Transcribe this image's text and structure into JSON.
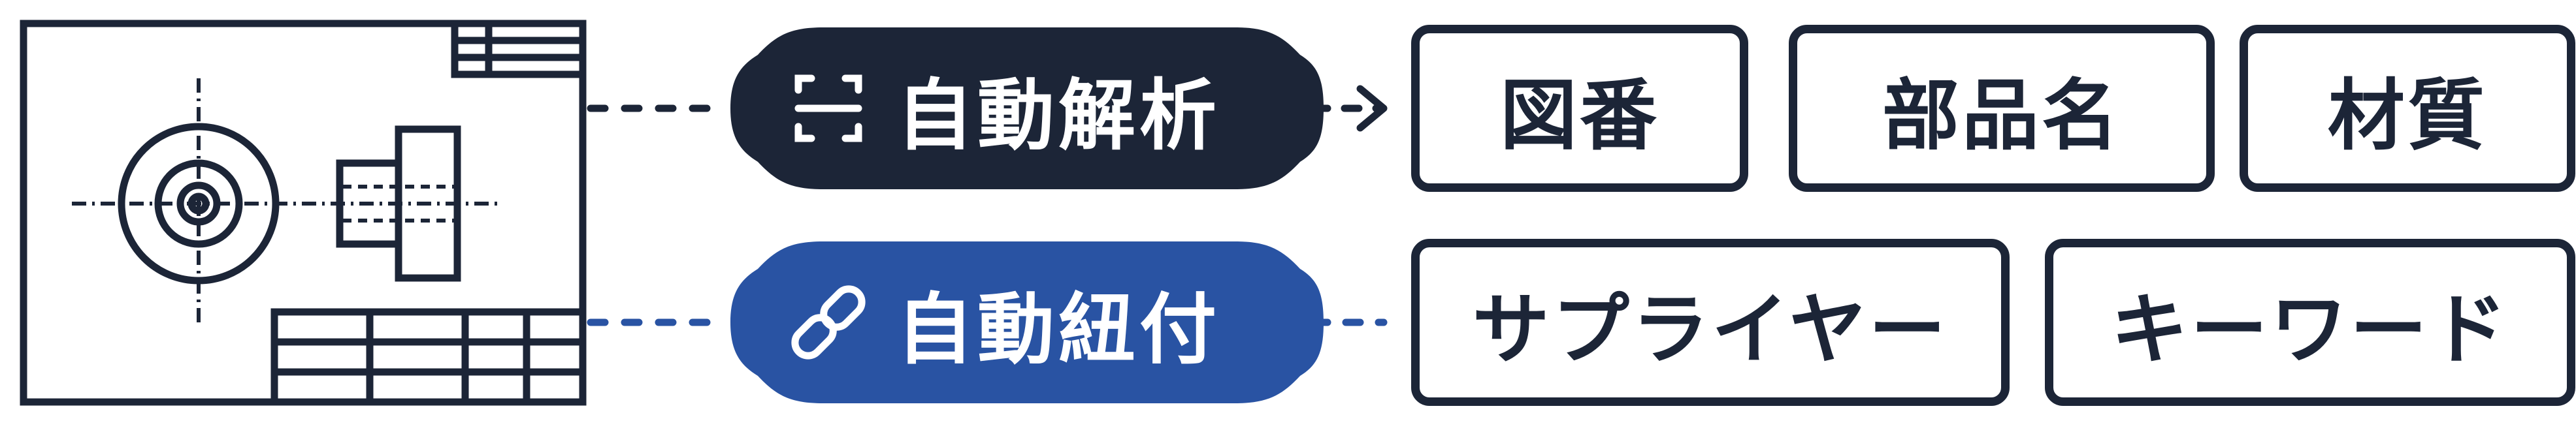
{
  "colors": {
    "dark": "#1c2537",
    "accent": "#2953a3",
    "white": "#ffffff"
  },
  "icons": {
    "analyze": "scan-frame-icon",
    "link": "link-icon"
  },
  "actions": {
    "analyze_label": "自動解析",
    "link_label": "自動紐付"
  },
  "fields": [
    {
      "label": "図番"
    },
    {
      "label": "部品名"
    },
    {
      "label": "材質"
    }
  ],
  "link_targets": [
    {
      "label": "サプライヤー"
    },
    {
      "label": "キーワード"
    }
  ]
}
